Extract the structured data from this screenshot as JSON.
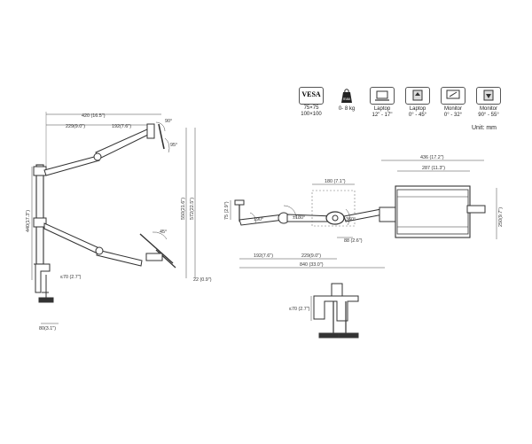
{
  "spec_icons": [
    {
      "icon": "vesa-text-icon",
      "title": "VESA",
      "lines": [
        "75×75",
        "100×100"
      ]
    },
    {
      "icon": "weight-icon",
      "title": "max",
      "lines": [
        "0- 8 kg"
      ]
    },
    {
      "icon": "laptop-icon",
      "title": "",
      "lines": [
        "Laptop",
        "12\" - 17\""
      ]
    },
    {
      "icon": "laptop-tilt-icon",
      "title": "",
      "lines": [
        "Laptop",
        "0° - 45°"
      ]
    },
    {
      "icon": "monitor-icon",
      "title": "",
      "lines": [
        "Monitor",
        "0° - 32°"
      ]
    },
    {
      "icon": "monitor-tilt-icon",
      "title": "",
      "lines": [
        "Monitor",
        "90° - 55°"
      ]
    }
  ],
  "unit": "Unit: mm",
  "side_view": {
    "top_width": "420 (16.5\")",
    "arm1": "229(9.0\")",
    "arm2": "192(7.6\")",
    "angle_top": "90°",
    "angle_mid": "95°",
    "angle_low": "45°",
    "height_pole": "440(17.3\")",
    "height_total1": "550(21.6\")",
    "height_total2": "572(22.5\")",
    "clamp_range": "≤70  (2.7\")",
    "base_width": "80(3.1\")",
    "bottom_offset": "22 (0.9\")"
  },
  "top_view": {
    "width_outer": "436 (17.2\")",
    "width_inner": "287 (11.3\")",
    "tray_depth": "180 (7.1\")",
    "rot1": "190°",
    "rot2": "±180°",
    "rot3": "360°",
    "offset": "88 (2.6\")",
    "arm1": "192(7.6\")",
    "arm2": "229(9.0\")",
    "total": "840 (33.0\")",
    "left_h": "75 (2.9\")",
    "right_h": "250(9.7\")"
  },
  "clamp_view": {
    "range": "≤70 (2.7\")"
  }
}
